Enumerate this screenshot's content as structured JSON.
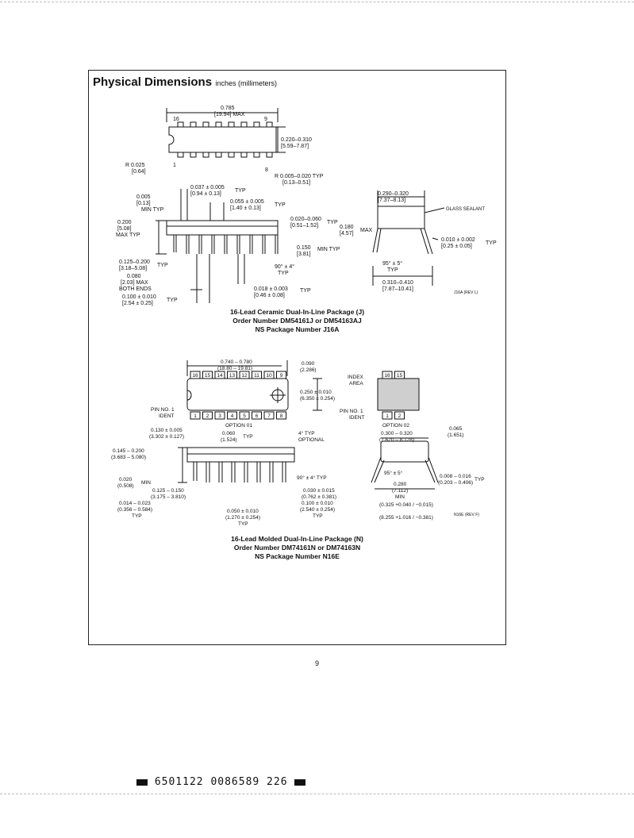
{
  "title": {
    "main": "Physical Dimensions",
    "sub": "inches (millimeters)"
  },
  "package_j": {
    "dims": {
      "length": "0.785",
      "length_mm": "[19.94] MAX",
      "pin16": "16",
      "pin9": "9",
      "pin1": "1",
      "pin8": "8",
      "width": "0.220–0.310",
      "width_mm": "[5.59–7.87]",
      "r_notch": "R 0.025",
      "r_notch_mm": "[0.64]",
      "r_corner": "R 0.005–0.020 TYP",
      "r_corner_mm": "[0.13–0.51]",
      "lead_top": "0.037 ± 0.005",
      "lead_top_mm": "[0.94 ± 0.13]",
      "lead_top_typ": "TYP",
      "off": "0.005",
      "off_mm": "[0.13]",
      "off_typ": "MIN TYP",
      "w055": "0.055 ± 0.005",
      "w055_mm": "[1.40 ± 0.13]",
      "w055_typ": "TYP",
      "h200": "0.200",
      "h200_mm": "[5.08]",
      "h200_typ": "MAX TYP",
      "seat": "0.020–0.060",
      "seat_mm": "[0.51–1.52]",
      "seat_typ": "TYP",
      "h180": "0.180",
      "h180_mm": "[4.57]",
      "h180_max": "MAX",
      "lead_len": "0.125–0.200",
      "lead_len_mm": "[3.18–5.08]",
      "lead_len_typ": "TYP",
      "h150": "0.150",
      "h150_mm": "[3.81]",
      "h150_typ": "MIN TYP",
      "angle": "90° ± 4°",
      "angle_typ": "TYP",
      "end080": "0.080",
      "end080_mm": "[2.03] MAX",
      "end_both": "BOTH ENDS",
      "lw018": "0.018 ± 0.003",
      "lw018_mm": "[0.46 ± 0.08]",
      "lw018_typ": "TYP",
      "pitch": "0.100 ± 0.010",
      "pitch_mm": "[2.54 ± 0.25]",
      "pitch_typ": "TYP",
      "endw": "0.290–0.320",
      "endw_mm": "[7.37–8.13]",
      "glass": "GLASS SEALANT",
      "lt010": "0.010 ± 0.002",
      "lt010_mm": "[0.25 ± 0.05]",
      "lt010_typ": "TYP",
      "ang95": "95° ± 5°",
      "ang95_typ": "TYP",
      "span": "0.310–0.410",
      "span_mm": "[7.87–10.41]",
      "rev": "J16A (REV L)"
    },
    "caption": [
      "16-Lead Ceramic Dual-In-Line Package (J)",
      "Order Number DM54161J or DM54163AJ",
      "NS Package Number J16A"
    ]
  },
  "package_n": {
    "dims": {
      "length": "0.740 – 0.780",
      "length_mm": "(18.80 – 19.81)",
      "d090": "0.090",
      "d090_mm": "(2.286)",
      "index_area": [
        "INDEX",
        "AREA"
      ],
      "width": "0.250 ± 0.010",
      "width_mm": "(6.350 ± 0.254)",
      "pin_ident": [
        "PIN NO. 1",
        "IDENT"
      ],
      "option1": "OPTION 01",
      "option2": "OPTION 02",
      "pins_top": [
        "16",
        "15",
        "14",
        "13",
        "12",
        "11",
        "10",
        "9"
      ],
      "pins_bottom": [
        "1",
        "2",
        "3",
        "4",
        "5",
        "6",
        "7",
        "8"
      ],
      "pins_top_opt2": [
        "16",
        "15"
      ],
      "pins_bottom_opt2": [
        "1",
        "2"
      ],
      "h130": "0.130 ± 0.005",
      "h130_mm": "(3.302 ± 0.127)",
      "d060": "0.060",
      "d060_mm": "(1.524)",
      "d060_typ": "TYP",
      "ang4": "4° TYP",
      "ang4_opt": "OPTIONAL",
      "endw": "0.300 – 0.320",
      "endw_mm": "(7.620 – 8.128)",
      "d065": "0.065",
      "d065_mm": "(1.651)",
      "h145": "0.145 – 0.200",
      "h145_mm": "(3.683 – 5.080)",
      "ang95": "95° ± 5°",
      "ang90": "90° ± 4° TYP",
      "d020": "0.020",
      "d020_mm": "(0.508)",
      "d020_min": "MIN",
      "lead_len": "0.125 – 0.150",
      "lead_len_mm": "(3.175 – 3.810)",
      "d030": "0.030 ± 0.015",
      "d030_mm": "(0.762 ± 0.381)",
      "lt": "0.008 – 0.016",
      "lt_mm": "(0.203 – 0.406)",
      "lt_typ": "TYP",
      "d280": "0.280",
      "d280_mm": "(7.112)",
      "d280_min": "MIN",
      "lw014": "0.014 – 0.023",
      "lw014_mm": "(0.356 – 0.584)",
      "lw014_typ": "TYP",
      "lw050": "0.050 ± 0.010",
      "lw050_mm": "(1.270 ± 0.254)",
      "lw050_typ": "TYP",
      "pitch": "0.100 ± 0.010",
      "pitch_mm": "(2.540 ± 0.254)",
      "pitch_typ": "TYP",
      "span_in": "(0.325 +0.040 / −0.015)",
      "span_mm": "(8.255 +1.016 / −0.381)",
      "rev": "N16E (REV F)"
    },
    "caption": [
      "16-Lead Molded Dual-In-Line Package (N)",
      "Order Number DM74161N or DM74163N",
      "NS Package Number N16E"
    ]
  },
  "page_number": "9",
  "footer_code": "6501122 0086589 226"
}
